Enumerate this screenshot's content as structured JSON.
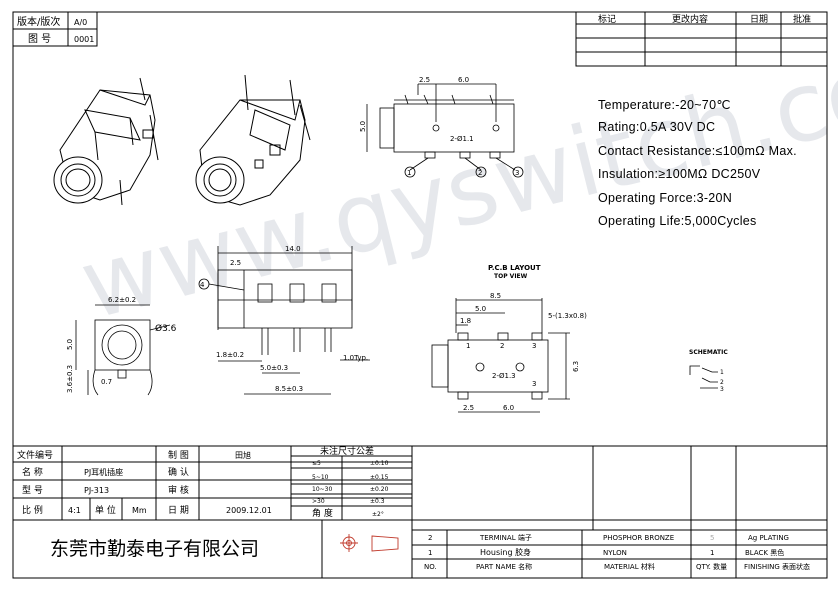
{
  "header": {
    "version_label": "版本/版次",
    "version_value": "A/0",
    "drawing_no_label": "图 号",
    "drawing_no_value": "0001"
  },
  "revision": {
    "mark": "标记",
    "content": "更改内容",
    "date": "日期",
    "approve": "批准"
  },
  "specs": [
    "Temperature:-20~70℃",
    "Rating:0.5A 30V DC",
    "Contact Resistance:≤100mΩ Max.",
    "Insulation:≥100MΩ DC250V",
    "Operating Force:3-20N",
    "Operating Life:5,000Cycles"
  ],
  "watermark": "www.qyswitch.com",
  "dims": {
    "top_a": "2.5",
    "top_b": "6.0",
    "top_h": "5.0",
    "top_hole": "2-Ø1.1",
    "side_len": "14.0",
    "side_off": "2.5",
    "side_a": "1.8±0.2",
    "side_b": "5.0±0.3",
    "side_c": "8.5±0.3",
    "side_t": "1.0Typ.",
    "front_w": "6.2±0.2",
    "front_d": "Ø3.6",
    "front_h": "5.0",
    "front_h2": "3.6±0.3",
    "front_small": "0.7",
    "pcb_title": "P.C.B LAYOUT",
    "pcb_sub": "TOP VIEW",
    "pcb_w": "8.5",
    "pcb_a": "5.0",
    "pcb_b": "1.8",
    "pcb_slot": "5-(1.3x0.8)",
    "pcb_hole": "2-Ø1.3",
    "pcb_h": "6.3",
    "pcb_c": "2.5",
    "pcb_d": "6.0",
    "schem_title": "SCHEMATIC",
    "callouts": [
      "1",
      "2",
      "3",
      "4"
    ],
    "schem_pins": [
      "1",
      "2",
      "3"
    ]
  },
  "title_block": {
    "file_no": "文件编号",
    "name_label": "名 称",
    "name_value": "PJ耳机插座",
    "model_label": "型 号",
    "model_value": "PJ-313",
    "scale_label": "比 例",
    "scale_value": "4:1",
    "unit_label": "单 位",
    "unit_value": "Mm",
    "draw_label": "制 图",
    "draw_value": "田旭",
    "check_label": "确 认",
    "review_label": "审 核",
    "date_label": "日 期",
    "date_value": "2009.12.01",
    "tol_title": "未注尺寸公差",
    "tolerances": [
      {
        "range": "≤5",
        "value": "±0.10"
      },
      {
        "range": "5~10",
        "value": "±0.15"
      },
      {
        "range": "10~30",
        "value": "±0.20"
      },
      {
        "range": ">30",
        "value": "±0.3"
      }
    ],
    "angle_label": "角 度",
    "angle_value": "±2°",
    "company": "东莞市勤泰电子有限公司"
  },
  "bom": {
    "rows": [
      {
        "no": "2",
        "name": "TERMINAL 端子",
        "material": "PHOSPHOR BRONZE",
        "qty": "5",
        "finish": "Ag PLATING"
      },
      {
        "no": "1",
        "name": "Housing 胶身",
        "material": "NYLON",
        "qty": "1",
        "finish": "BLACK 黑色"
      }
    ],
    "header": {
      "no": "NO.",
      "name": "PART NAME 名称",
      "material": "MATERIAL 材料",
      "qty": "QTY. 数量",
      "finish": "FINISHING 表面状态"
    }
  }
}
